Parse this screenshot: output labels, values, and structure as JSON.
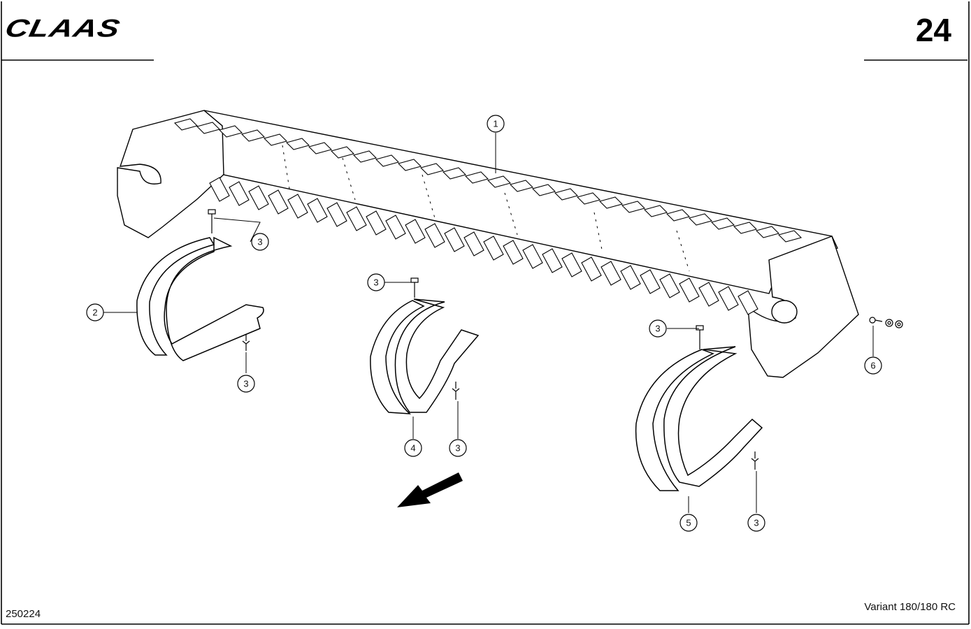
{
  "header": {
    "brand": "CLAAS",
    "page_number": "24"
  },
  "footer": {
    "document_code": "250224",
    "model": "Variant 180/180 RC"
  },
  "callouts": [
    {
      "id": "c1",
      "label": "1"
    },
    {
      "id": "c2",
      "label": "2"
    },
    {
      "id": "c3a",
      "label": "3"
    },
    {
      "id": "c3b",
      "label": "3"
    },
    {
      "id": "c3c",
      "label": "3"
    },
    {
      "id": "c3d",
      "label": "3"
    },
    {
      "id": "c3e",
      "label": "3"
    },
    {
      "id": "c3f",
      "label": "3"
    },
    {
      "id": "c4",
      "label": "4"
    },
    {
      "id": "c5",
      "label": "5"
    },
    {
      "id": "c6",
      "label": "6"
    }
  ]
}
